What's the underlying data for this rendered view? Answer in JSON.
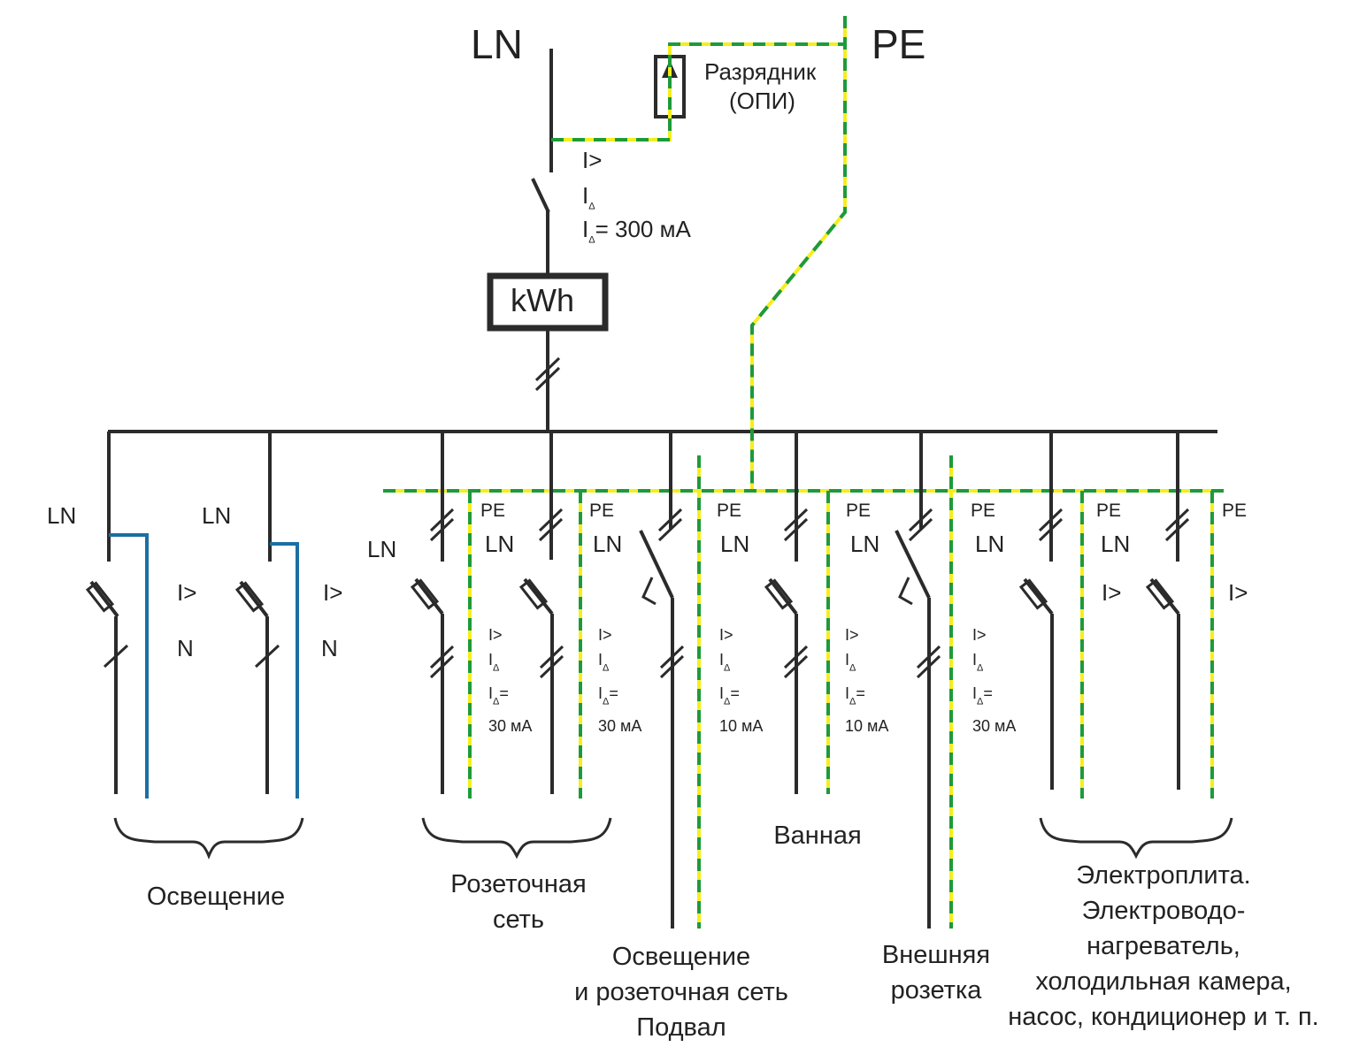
{
  "colors": {
    "wire": "#2b2b2b",
    "neutral": "#1a6fa3",
    "pe_green": "#1e9a3a",
    "pe_yellow": "#f5ee1e"
  },
  "top": {
    "ln": "LN",
    "pe": "PE",
    "arrester_label": [
      "Разрядник",
      "(ОПИ)"
    ],
    "breaker_symbol": "I>",
    "rcd_symbol": "I",
    "rcd_sub": "Δ",
    "rcd_value": "= 300 мА",
    "meter_label": "kWh"
  },
  "lighting_groups": [
    {
      "ln": "LN",
      "symbol": "I>",
      "n": "N"
    },
    {
      "ln": "LN",
      "symbol": "I>",
      "n": "N"
    }
  ],
  "rcd_branches": [
    {
      "ln": "LN",
      "pe": "PE",
      "symbol": "I>",
      "i": "I",
      "sub": "Δ",
      "eq": "=",
      "value": "30 мА"
    },
    {
      "ln": "LN",
      "pe": "PE",
      "symbol": "I>",
      "i": "I",
      "sub": "Δ",
      "eq": "=",
      "value": "30 мА"
    },
    {
      "ln": "LN",
      "pe": "PE",
      "symbol": "I>",
      "i": "I",
      "sub": "Δ",
      "eq": "=",
      "value": "10 мА"
    },
    {
      "ln": "LN",
      "pe": "PE",
      "symbol": "I>",
      "i": "I",
      "sub": "Δ",
      "eq": "=",
      "value": "10 мА"
    },
    {
      "ln": "LN",
      "pe": "PE",
      "symbol": "I>",
      "i": "I",
      "sub": "Δ",
      "eq": "=",
      "value": "30 мА"
    }
  ],
  "appliance_branches": [
    {
      "ln": "LN",
      "pe": "PE",
      "symbol": "I>"
    },
    {
      "ln": "LN",
      "pe": "PE",
      "symbol": "I>"
    }
  ],
  "captions": {
    "lighting": "Освещение",
    "sockets": [
      "Розеточная",
      "сеть"
    ],
    "basement": [
      "Освещение",
      "и розеточная сеть",
      "Подвал"
    ],
    "bathroom": "Ванная",
    "outdoor": [
      "Внешняя",
      "розетка"
    ],
    "appliances": [
      "Электроплита.",
      "Электроводо-",
      "нагреватель,",
      "холодильная камера,",
      "насос, кондиционер и т. п."
    ]
  }
}
